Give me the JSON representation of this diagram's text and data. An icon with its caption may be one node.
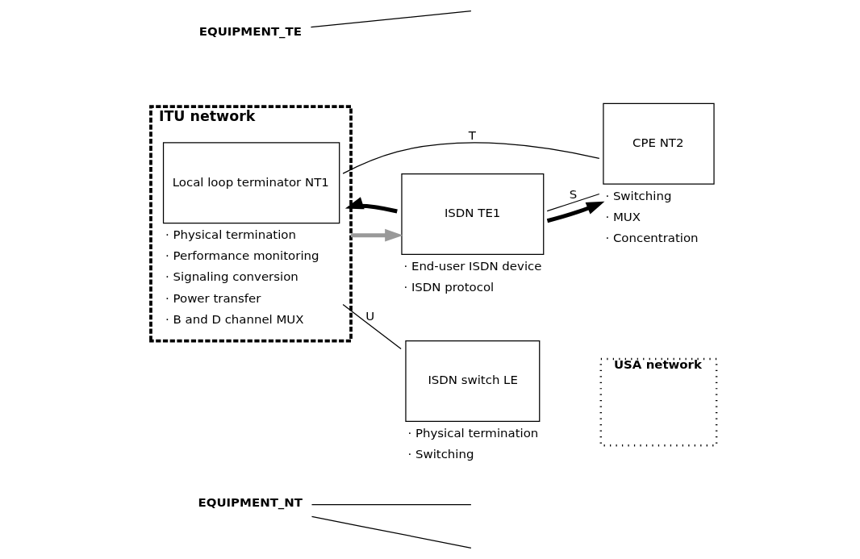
{
  "diagram": {
    "nodes": [
      {
        "text": [
          "EQUIPMENT_TE"
        ]
      },
      {
        "text": [
          "EQUIPMENT_NT"
        ]
      },
      {
        "text": [
          "USA network"
        ]
      },
      {
        "text": [
          "ITU network"
        ]
      },
      {
        "text": [
          "ISDN TE1"
        ],
        "beside": [
          "· End-user ISDN device",
          "· ISDN protocol"
        ]
      },
      {
        "text": [
          "CPE NT2"
        ],
        "beside": [
          "· Switching",
          "· MUX",
          "· Concentration"
        ]
      },
      {
        "text": [
          "Local loop terminator NT1"
        ],
        "in": 3,
        "beside": [
          "· Physical termination",
          "· Performance monitoring",
          "· Signaling conversion",
          "· Power transfer",
          "· B and D channel MUX"
        ]
      },
      {
        "text": [
          "ISDN switch LE"
        ],
        "beside": [
          "· Physical termination",
          "· Switching"
        ]
      }
    ],
    "edges": [
      {
        "from": 4,
        "to": 5,
        "arrow": "none",
        "label": "S"
      },
      {
        "from": 5,
        "to": 6,
        "arrow": "none",
        "label": "T"
      },
      {
        "from": 6,
        "to": 7,
        "arrow": "none",
        "label": "U"
      },
      {
        "from": 3,
        "to": 4,
        "arrow": "to",
        "style": "thick",
        "color": "#999999"
      },
      {
        "from": 4,
        "to": 3,
        "arrow": "to",
        "style": "thick"
      },
      {
        "from": 4,
        "to": 5,
        "arrow": "to",
        "style": "thick"
      },
      {
        "from": 0,
        "to": null,
        "arrow": "none"
      },
      {
        "from": 1,
        "to": null,
        "arrow": "none"
      },
      {
        "from": 1,
        "to": null,
        "arrow": "none"
      }
    ]
  }
}
